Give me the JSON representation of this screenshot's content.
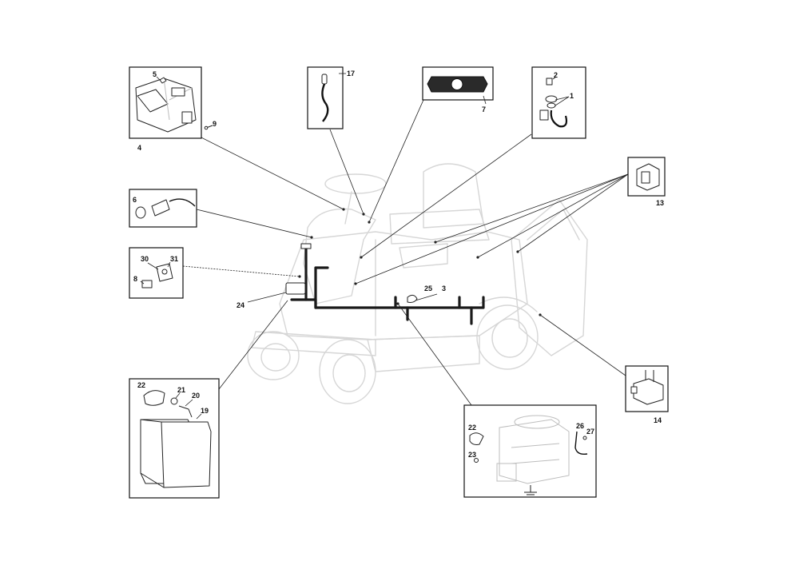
{
  "callouts": {
    "c1": "1",
    "c2": "2",
    "c3": "3",
    "c4": "4",
    "c5": "5",
    "c6": "6",
    "c7": "7",
    "c8": "8",
    "c9": "9",
    "c13": "13",
    "c14": "14",
    "c17": "17",
    "c19": "19",
    "c20": "20",
    "c21": "21",
    "c22a": "22",
    "c22b": "22",
    "c23": "23",
    "c24": "24",
    "c25": "25",
    "c26": "26",
    "c27": "27",
    "c30": "30",
    "c31": "31"
  }
}
